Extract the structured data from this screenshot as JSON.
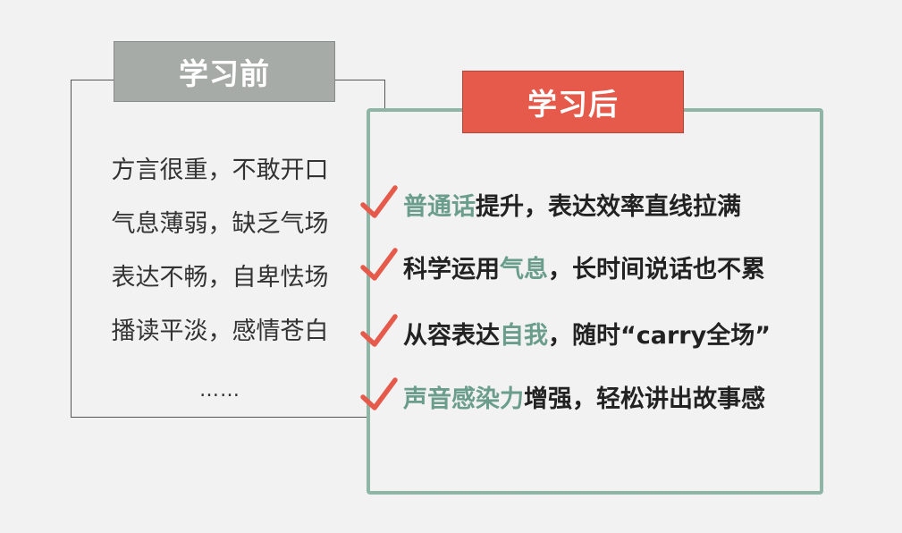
{
  "before": {
    "title": "学习前",
    "items": [
      "方言很重，不敢开口",
      "气息薄弱，缺乏气场",
      "表达不畅，自卑怯场",
      "播读平淡，感情苍白"
    ],
    "more": "……"
  },
  "after": {
    "title": "学习后",
    "items": [
      {
        "highlight": "普通话",
        "rest": "提升，表达效率直线拉满"
      },
      {
        "lead": "科学运用",
        "highlight": "气息",
        "rest": "，长时间说话也不累"
      },
      {
        "lead": "从容表达",
        "highlight": "自我",
        "rest": "，随时“carry全场”"
      },
      {
        "highlight": "声音感染力",
        "rest": "增强，轻松讲出故事感"
      }
    ]
  },
  "icons": {
    "check": "check-icon"
  },
  "colors": {
    "background": "#f2f2f2",
    "before_header": "#a7aba8",
    "after_header": "#e55a4a",
    "after_border": "#8eb5a6",
    "highlight_text": "#6a9d8c",
    "check": "#e55a4a"
  }
}
